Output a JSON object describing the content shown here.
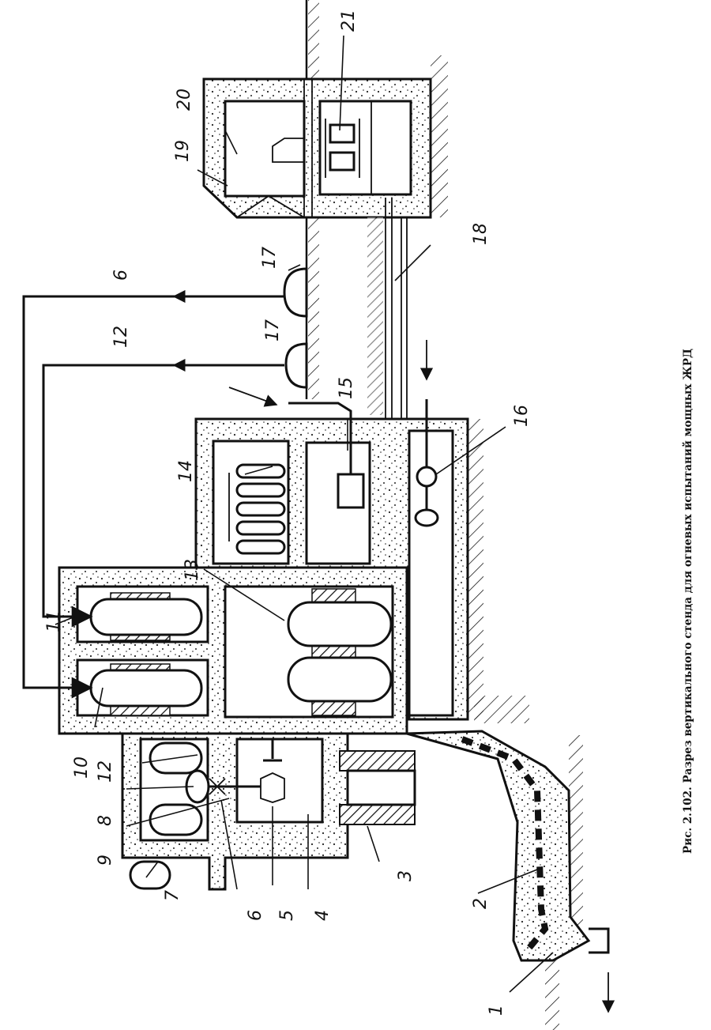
{
  "caption": "Рис. 2.102. Разрез вертикального стенда для огневых испытаний мощных ЖРД",
  "labels": {
    "l1": "1",
    "l2": "2",
    "l3": "3",
    "l4": "4",
    "l5": "5",
    "l6": "6",
    "l7": "7",
    "l8": "8",
    "l9": "9",
    "l10": "10",
    "l11": "11",
    "l12": "12",
    "l13": "13",
    "l14": "14",
    "l15": "15",
    "l16": "16",
    "l17": "17",
    "l18": "18",
    "l19": "19",
    "l20": "20",
    "l21": "21",
    "l6_line": "6",
    "l12_line": "12",
    "l17a": "17"
  }
}
